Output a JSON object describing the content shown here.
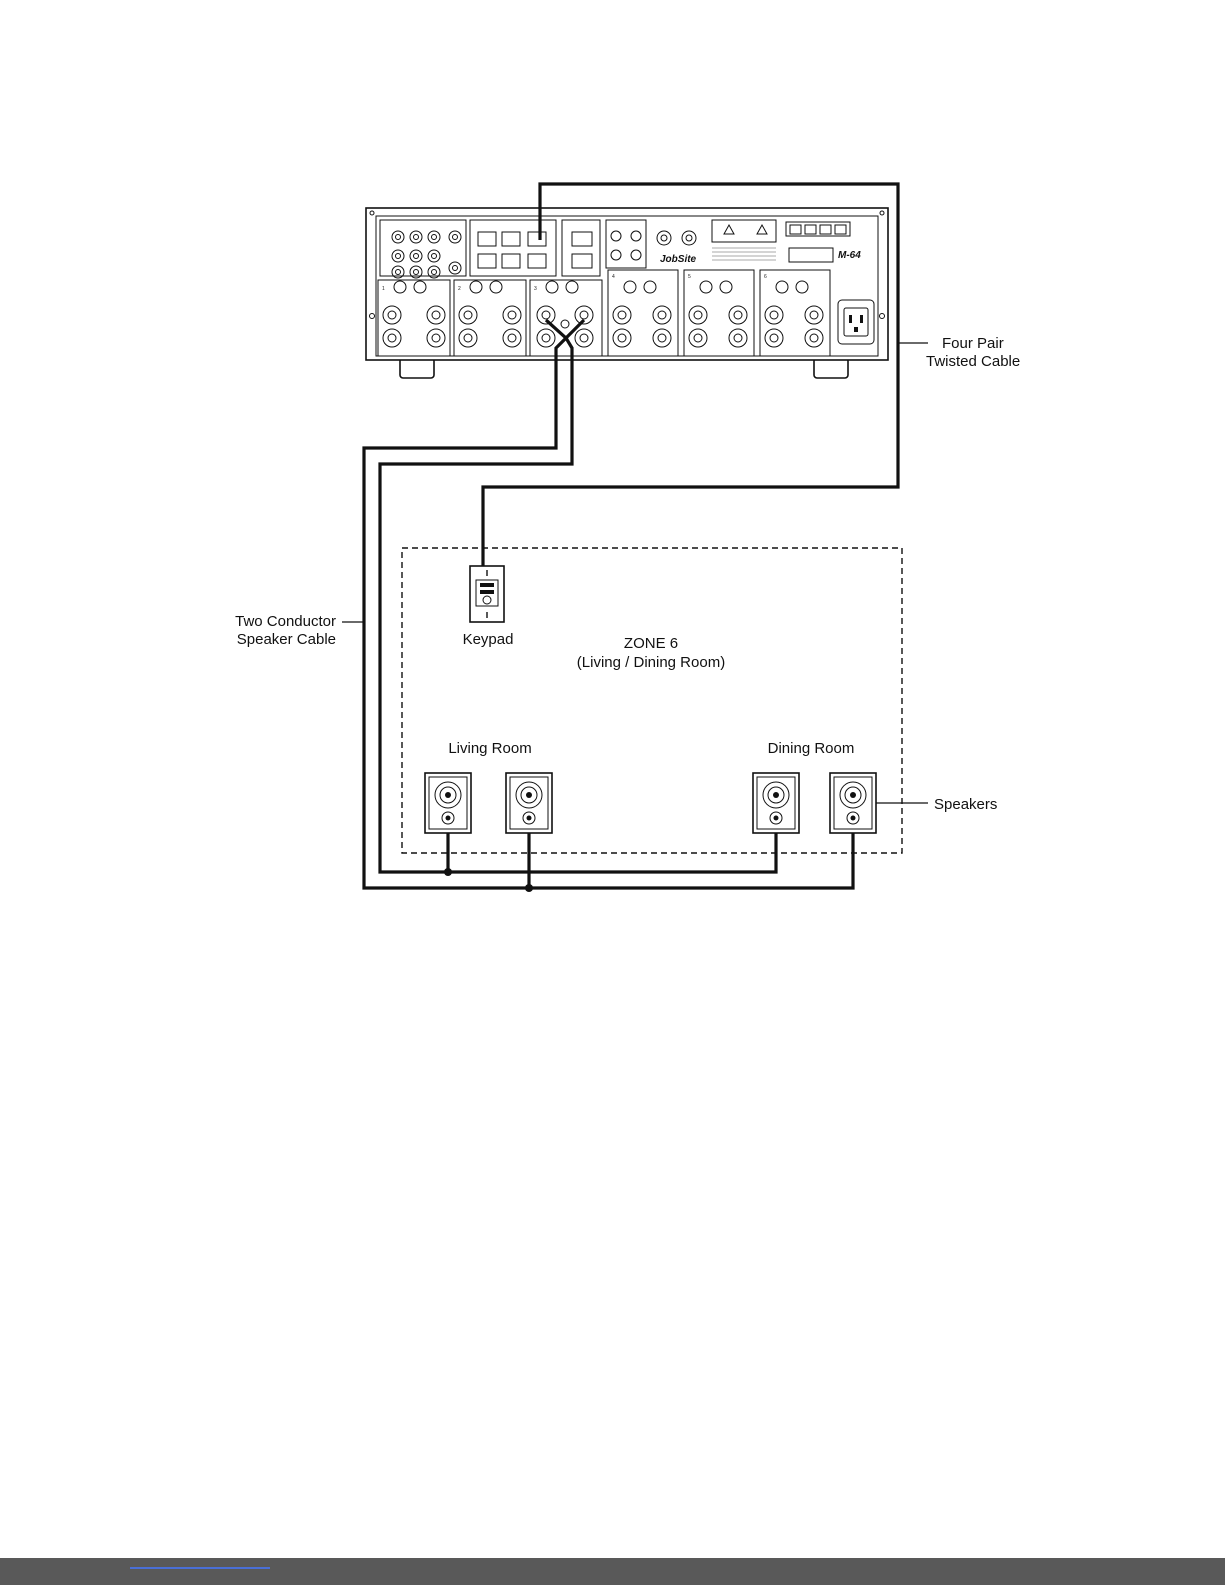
{
  "labels": {
    "four_pair_line1": "Four Pair",
    "four_pair_line2": "Twisted Cable",
    "two_conductor_line1": "Two Conductor",
    "two_conductor_line2": "Speaker Cable",
    "keypad": "Keypad",
    "zone_title": "ZONE 6",
    "zone_subtitle": "(Living / Dining Room)",
    "living_room": "Living Room",
    "dining_room": "Dining Room",
    "speakers": "Speakers"
  },
  "receiver": {
    "model": "M-64",
    "brand": "JobSite",
    "zone_numbers": [
      "1",
      "2",
      "3",
      "4",
      "5",
      "6"
    ]
  },
  "colors": {
    "line": "#111111",
    "footer": "#595959",
    "footer_link": "#4a6fd6"
  }
}
